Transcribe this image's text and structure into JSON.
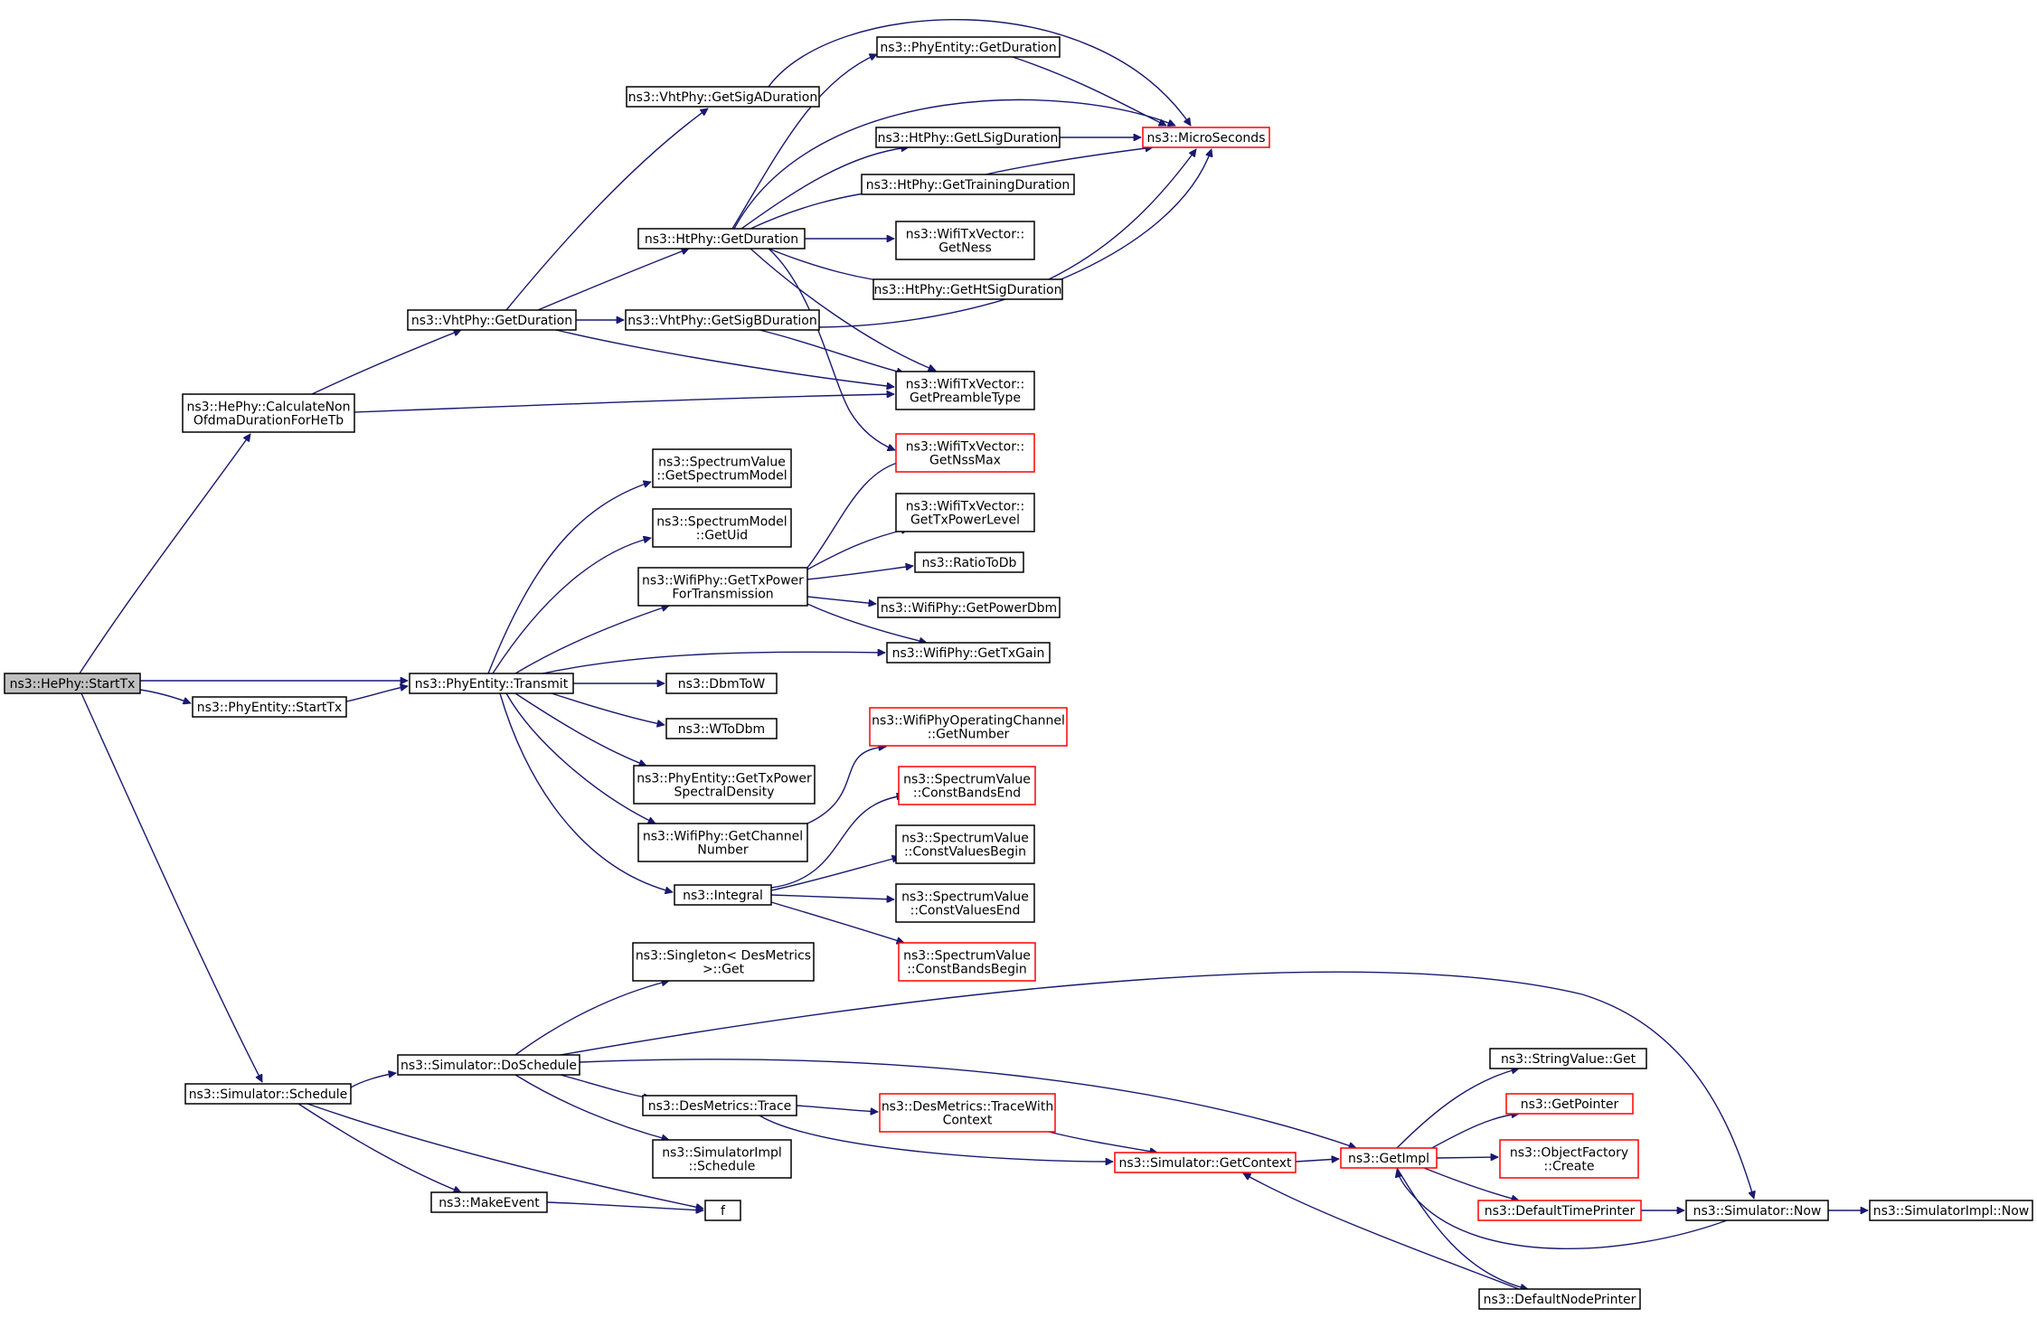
{
  "diagram": {
    "type": "call-graph",
    "colors": {
      "edge": "#191970",
      "root_fill": "#bfbfbf",
      "node_border": "#000000",
      "truncated_border": "#ff0000"
    },
    "nodes": [
      {
        "id": "hephy_starttx",
        "lines": [
          "ns3::HePhy::StartTx"
        ],
        "style": "root"
      },
      {
        "id": "hephy_calcnonofdma",
        "lines": [
          "ns3::HePhy::CalculateNon",
          "OfdmaDurationForHeTb"
        ],
        "style": "normal"
      },
      {
        "id": "phyentity_starttx",
        "lines": [
          "ns3::PhyEntity::StartTx"
        ],
        "style": "normal"
      },
      {
        "id": "simulator_schedule",
        "lines": [
          "ns3::Simulator::Schedule"
        ],
        "style": "normal"
      },
      {
        "id": "vhtphy_getduration",
        "lines": [
          "ns3::VhtPhy::GetDuration"
        ],
        "style": "normal"
      },
      {
        "id": "wifitxvector_getpreambletype",
        "lines": [
          "ns3::WifiTxVector::",
          "GetPreambleType"
        ],
        "style": "normal"
      },
      {
        "id": "vhtphy_getsigaduration",
        "lines": [
          "ns3::VhtPhy::GetSigADuration"
        ],
        "style": "normal"
      },
      {
        "id": "htphy_getduration",
        "lines": [
          "ns3::HtPhy::GetDuration"
        ],
        "style": "normal"
      },
      {
        "id": "vhtphy_getsigbduration",
        "lines": [
          "ns3::VhtPhy::GetSigBDuration"
        ],
        "style": "normal"
      },
      {
        "id": "microseconds",
        "lines": [
          "ns3::MicroSeconds"
        ],
        "style": "truncated"
      },
      {
        "id": "phyentity_getduration",
        "lines": [
          "ns3::PhyEntity::GetDuration"
        ],
        "style": "normal"
      },
      {
        "id": "htphy_getlsigduration",
        "lines": [
          "ns3::HtPhy::GetLSigDuration"
        ],
        "style": "normal"
      },
      {
        "id": "htphy_gettrainingduration",
        "lines": [
          "ns3::HtPhy::GetTrainingDuration"
        ],
        "style": "normal"
      },
      {
        "id": "wifitxvector_getness",
        "lines": [
          "ns3::WifiTxVector::",
          "GetNess"
        ],
        "style": "normal"
      },
      {
        "id": "htphy_gethtsigduration",
        "lines": [
          "ns3::HtPhy::GetHtSigDuration"
        ],
        "style": "normal"
      },
      {
        "id": "wifitxvector_getnssmax",
        "lines": [
          "ns3::WifiTxVector::",
          "GetNssMax"
        ],
        "style": "truncated"
      },
      {
        "id": "phyentity_transmit",
        "lines": [
          "ns3::PhyEntity::Transmit"
        ],
        "style": "normal"
      },
      {
        "id": "spectrumvalue_getspectrummodel",
        "lines": [
          "ns3::SpectrumValue",
          "::GetSpectrumModel"
        ],
        "style": "normal"
      },
      {
        "id": "spectrummodel_getuid",
        "lines": [
          "ns3::SpectrumModel",
          "::GetUid"
        ],
        "style": "normal"
      },
      {
        "id": "wifiphy_gettxpowerfortransmission",
        "lines": [
          "ns3::WifiPhy::GetTxPower",
          "ForTransmission"
        ],
        "style": "normal"
      },
      {
        "id": "wifitxvector_gettxpowerlevel",
        "lines": [
          "ns3::WifiTxVector::",
          "GetTxPowerLevel"
        ],
        "style": "normal"
      },
      {
        "id": "ratiotodb",
        "lines": [
          "ns3::RatioToDb"
        ],
        "style": "normal"
      },
      {
        "id": "wifiphy_getpowerdbm",
        "lines": [
          "ns3::WifiPhy::GetPowerDbm"
        ],
        "style": "normal"
      },
      {
        "id": "wifiphy_gettxgain",
        "lines": [
          "ns3::WifiPhy::GetTxGain"
        ],
        "style": "normal"
      },
      {
        "id": "dbmtow",
        "lines": [
          "ns3::DbmToW"
        ],
        "style": "normal"
      },
      {
        "id": "wtodbm",
        "lines": [
          "ns3::WToDbm"
        ],
        "style": "normal"
      },
      {
        "id": "phyentity_gettxpowerspectraldensity",
        "lines": [
          "ns3::PhyEntity::GetTxPower",
          "SpectralDensity"
        ],
        "style": "normal"
      },
      {
        "id": "wifiphy_getchannelnumber",
        "lines": [
          "ns3::WifiPhy::GetChannel",
          "Number"
        ],
        "style": "normal"
      },
      {
        "id": "wifiphyoperatingchannel_getnumber",
        "lines": [
          "ns3::WifiPhyOperatingChannel",
          "::GetNumber"
        ],
        "style": "truncated"
      },
      {
        "id": "integral",
        "lines": [
          "ns3::Integral"
        ],
        "style": "normal"
      },
      {
        "id": "spectrumvalue_constbandsend",
        "lines": [
          "ns3::SpectrumValue",
          "::ConstBandsEnd"
        ],
        "style": "truncated"
      },
      {
        "id": "spectrumvalue_constvaluesbegin",
        "lines": [
          "ns3::SpectrumValue",
          "::ConstValuesBegin"
        ],
        "style": "normal"
      },
      {
        "id": "spectrumvalue_constvaluesend",
        "lines": [
          "ns3::SpectrumValue",
          "::ConstValuesEnd"
        ],
        "style": "normal"
      },
      {
        "id": "spectrumvalue_constbandsbegin",
        "lines": [
          "ns3::SpectrumValue",
          "::ConstBandsBegin"
        ],
        "style": "truncated"
      },
      {
        "id": "singleton_desmetrics_get",
        "lines": [
          "ns3::Singleton< DesMetrics",
          ">::Get"
        ],
        "style": "normal"
      },
      {
        "id": "simulator_doschedule",
        "lines": [
          "ns3::Simulator::DoSchedule"
        ],
        "style": "normal"
      },
      {
        "id": "desmetrics_trace",
        "lines": [
          "ns3::DesMetrics::Trace"
        ],
        "style": "normal"
      },
      {
        "id": "simulatorimpl_schedule",
        "lines": [
          "ns3::SimulatorImpl",
          "::Schedule"
        ],
        "style": "normal"
      },
      {
        "id": "makeevent",
        "lines": [
          "ns3::MakeEvent"
        ],
        "style": "normal"
      },
      {
        "id": "f",
        "lines": [
          "f"
        ],
        "style": "normal"
      },
      {
        "id": "desmetrics_tracewithcontext",
        "lines": [
          "ns3::DesMetrics::TraceWith",
          "Context"
        ],
        "style": "truncated"
      },
      {
        "id": "simulator_getcontext",
        "lines": [
          "ns3::Simulator::GetContext"
        ],
        "style": "truncated"
      },
      {
        "id": "getimpl",
        "lines": [
          "ns3::GetImpl"
        ],
        "style": "truncated"
      },
      {
        "id": "stringvalue_get",
        "lines": [
          "ns3::StringValue::Get"
        ],
        "style": "normal"
      },
      {
        "id": "getpointer",
        "lines": [
          "ns3::GetPointer"
        ],
        "style": "truncated"
      },
      {
        "id": "objectfactory_create",
        "lines": [
          "ns3::ObjectFactory",
          "::Create"
        ],
        "style": "truncated"
      },
      {
        "id": "defaulttimeprinter",
        "lines": [
          "ns3::DefaultTimePrinter"
        ],
        "style": "truncated"
      },
      {
        "id": "simulator_now",
        "lines": [
          "ns3::Simulator::Now"
        ],
        "style": "normal"
      },
      {
        "id": "simulatorimpl_now",
        "lines": [
          "ns3::SimulatorImpl::Now"
        ],
        "style": "normal"
      },
      {
        "id": "defaultnodeprinter",
        "lines": [
          "ns3::DefaultNodePrinter"
        ],
        "style": "normal"
      }
    ],
    "edges": [
      [
        "hephy_starttx",
        "hephy_calcnonofdma"
      ],
      [
        "hephy_starttx",
        "phyentity_transmit"
      ],
      [
        "hephy_starttx",
        "phyentity_starttx"
      ],
      [
        "hephy_starttx",
        "simulator_schedule"
      ],
      [
        "hephy_calcnonofdma",
        "vhtphy_getduration"
      ],
      [
        "hephy_calcnonofdma",
        "wifitxvector_getpreambletype"
      ],
      [
        "vhtphy_getduration",
        "vhtphy_getsigaduration"
      ],
      [
        "vhtphy_getduration",
        "htphy_getduration"
      ],
      [
        "vhtphy_getduration",
        "vhtphy_getsigbduration"
      ],
      [
        "vhtphy_getduration",
        "wifitxvector_getpreambletype"
      ],
      [
        "vhtphy_getsigaduration",
        "microseconds"
      ],
      [
        "htphy_getduration",
        "phyentity_getduration"
      ],
      [
        "htphy_getduration",
        "microseconds"
      ],
      [
        "htphy_getduration",
        "htphy_getlsigduration"
      ],
      [
        "htphy_getduration",
        "htphy_gettrainingduration"
      ],
      [
        "htphy_getduration",
        "wifitxvector_getness"
      ],
      [
        "htphy_getduration",
        "htphy_gethtsigduration"
      ],
      [
        "htphy_getduration",
        "wifitxvector_getpreambletype"
      ],
      [
        "htphy_getduration",
        "wifitxvector_getnssmax"
      ],
      [
        "phyentity_getduration",
        "microseconds"
      ],
      [
        "htphy_getlsigduration",
        "microseconds"
      ],
      [
        "htphy_gettrainingduration",
        "microseconds"
      ],
      [
        "htphy_gethtsigduration",
        "microseconds"
      ],
      [
        "vhtphy_getsigbduration",
        "microseconds"
      ],
      [
        "vhtphy_getsigbduration",
        "wifitxvector_getpreambletype"
      ],
      [
        "phyentity_starttx",
        "phyentity_transmit"
      ],
      [
        "phyentity_transmit",
        "spectrumvalue_getspectrummodel"
      ],
      [
        "phyentity_transmit",
        "spectrummodel_getuid"
      ],
      [
        "phyentity_transmit",
        "wifiphy_gettxpowerfortransmission"
      ],
      [
        "phyentity_transmit",
        "wifiphy_gettxgain"
      ],
      [
        "phyentity_transmit",
        "dbmtow"
      ],
      [
        "phyentity_transmit",
        "wtodbm"
      ],
      [
        "phyentity_transmit",
        "phyentity_gettxpowerspectraldensity"
      ],
      [
        "phyentity_transmit",
        "wifiphy_getchannelnumber"
      ],
      [
        "phyentity_transmit",
        "integral"
      ],
      [
        "wifiphy_gettxpowerfortransmission",
        "wifitxvector_getnssmax"
      ],
      [
        "wifiphy_gettxpowerfortransmission",
        "wifitxvector_gettxpowerlevel"
      ],
      [
        "wifiphy_gettxpowerfortransmission",
        "ratiotodb"
      ],
      [
        "wifiphy_gettxpowerfortransmission",
        "wifiphy_getpowerdbm"
      ],
      [
        "wifiphy_gettxpowerfortransmission",
        "wifiphy_gettxgain"
      ],
      [
        "wifiphy_getchannelnumber",
        "wifiphyoperatingchannel_getnumber"
      ],
      [
        "integral",
        "spectrumvalue_constbandsend"
      ],
      [
        "integral",
        "spectrumvalue_constvaluesbegin"
      ],
      [
        "integral",
        "spectrumvalue_constvaluesend"
      ],
      [
        "integral",
        "spectrumvalue_constbandsbegin"
      ],
      [
        "simulator_schedule",
        "simulator_doschedule"
      ],
      [
        "simulator_schedule",
        "makeevent"
      ],
      [
        "simulator_schedule",
        "f"
      ],
      [
        "makeevent",
        "f"
      ],
      [
        "simulator_doschedule",
        "singleton_desmetrics_get"
      ],
      [
        "simulator_doschedule",
        "simulator_now"
      ],
      [
        "simulator_doschedule",
        "getimpl"
      ],
      [
        "simulator_doschedule",
        "desmetrics_trace"
      ],
      [
        "simulator_doschedule",
        "simulatorimpl_schedule"
      ],
      [
        "desmetrics_trace",
        "desmetrics_tracewithcontext"
      ],
      [
        "desmetrics_trace",
        "simulator_getcontext"
      ],
      [
        "desmetrics_tracewithcontext",
        "simulator_getcontext"
      ],
      [
        "simulator_getcontext",
        "getimpl"
      ],
      [
        "getimpl",
        "stringvalue_get"
      ],
      [
        "getimpl",
        "getpointer"
      ],
      [
        "getimpl",
        "objectfactory_create"
      ],
      [
        "getimpl",
        "defaulttimeprinter"
      ],
      [
        "getimpl",
        "defaultnodeprinter"
      ],
      [
        "defaulttimeprinter",
        "simulator_now"
      ],
      [
        "simulator_now",
        "getimpl"
      ],
      [
        "simulator_now",
        "simulatorimpl_now"
      ],
      [
        "defaultnodeprinter",
        "simulator_getcontext"
      ]
    ]
  }
}
